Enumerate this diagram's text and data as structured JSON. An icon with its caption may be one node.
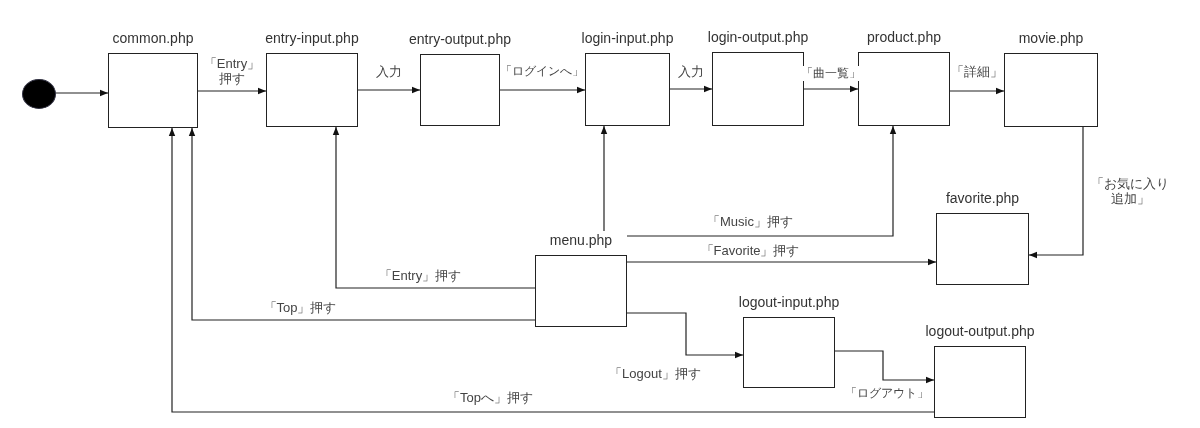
{
  "diagram": {
    "nodes": [
      {
        "text": [],
        "shape": "circle"
      },
      {
        "text": [
          "common.php"
        ]
      },
      {
        "text": [
          "entry-input.php"
        ]
      },
      {
        "text": [
          "entry-output.php"
        ]
      },
      {
        "text": [
          "login-input.php"
        ]
      },
      {
        "text": [
          "login-output.php"
        ]
      },
      {
        "text": [
          "product.php"
        ]
      },
      {
        "text": [
          "movie.php"
        ]
      },
      {
        "text": [
          "favorite.php"
        ]
      },
      {
        "text": [
          "menu.php"
        ]
      },
      {
        "text": [
          "logout-input.php"
        ]
      },
      {
        "text": [
          "logout-output.php"
        ]
      }
    ],
    "edges": [
      {
        "from": 0,
        "to": 1,
        "arrow": "to"
      },
      {
        "from": 1,
        "to": 2,
        "arrow": "to",
        "label": "「Entry」押す"
      },
      {
        "from": 2,
        "to": 3,
        "arrow": "to",
        "label": "入力"
      },
      {
        "from": 3,
        "to": 4,
        "arrow": "to",
        "label": "「ログインへ」"
      },
      {
        "from": 4,
        "to": 5,
        "arrow": "to",
        "label": "入力"
      },
      {
        "from": 5,
        "to": 6,
        "arrow": "to",
        "label": "「曲一覧」"
      },
      {
        "from": 6,
        "to": 7,
        "arrow": "to",
        "label": "「詳細」"
      },
      {
        "from": 7,
        "to": 8,
        "arrow": "to",
        "label": "「お気に入り追加」"
      },
      {
        "from": 9,
        "to": 4,
        "arrow": "to"
      },
      {
        "from": 9,
        "to": 6,
        "arrow": "to",
        "label": "「Music」押す"
      },
      {
        "from": 9,
        "to": 8,
        "arrow": "to",
        "label": "「Favorite」押す"
      },
      {
        "from": 9,
        "to": 2,
        "arrow": "to",
        "label": "「Entry」押す"
      },
      {
        "from": 9,
        "to": 1,
        "arrow": "to",
        "label": "「Top」押す"
      },
      {
        "from": 9,
        "to": 10,
        "arrow": "to",
        "label": "「Logout」押す"
      },
      {
        "from": 10,
        "to": 11,
        "arrow": "to",
        "label": "「ログアウト」"
      },
      {
        "from": 11,
        "to": 1,
        "arrow": "to",
        "label": "「Topへ」押す"
      }
    ]
  }
}
